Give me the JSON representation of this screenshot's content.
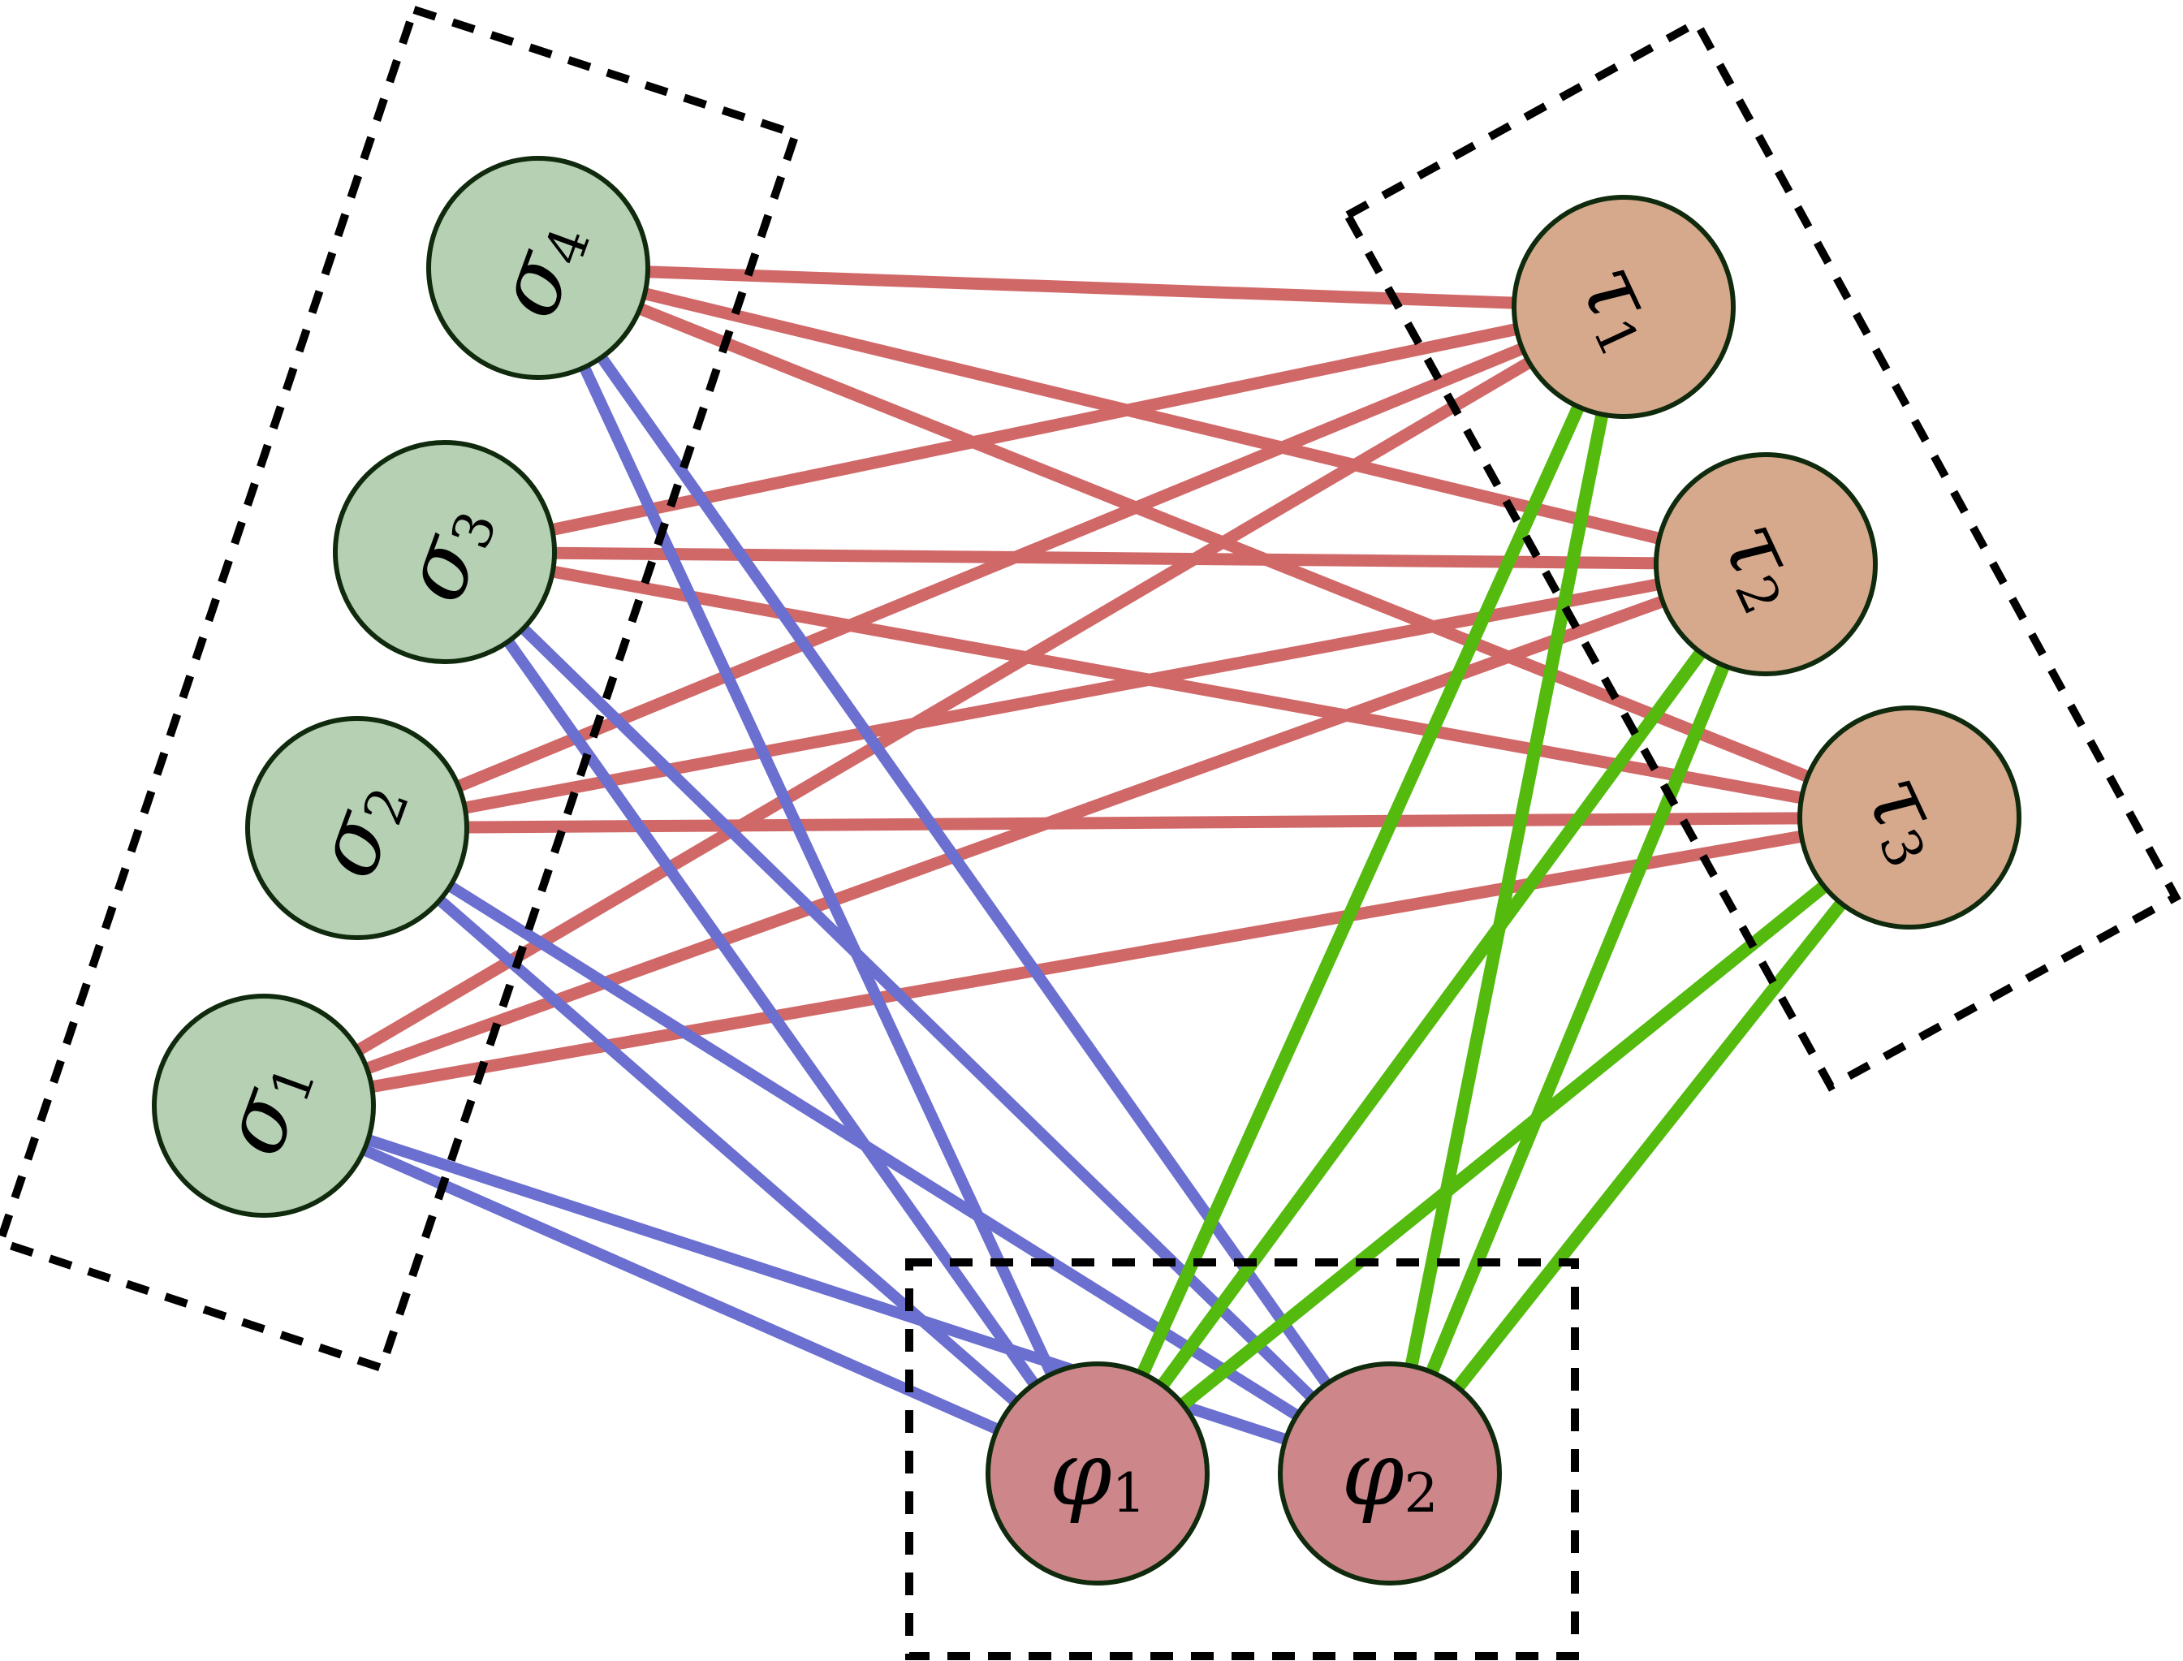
{
  "colors": {
    "sigma_fill": "#b6d0b4",
    "tau_fill": "#d6a98d",
    "phi_fill": "#cd878b",
    "node_stroke": "#0f2a0c",
    "edge_sigma_tau": "#d16868",
    "edge_sigma_phi": "#6a6fd0",
    "edge_tau_phi": "#54bb0e",
    "box_stroke": "#000000"
  },
  "nodes": [
    {
      "id": "sigma1",
      "group": "sigma",
      "symbol": "σ",
      "sub": "1"
    },
    {
      "id": "sigma2",
      "group": "sigma",
      "symbol": "σ",
      "sub": "2"
    },
    {
      "id": "sigma3",
      "group": "sigma",
      "symbol": "σ",
      "sub": "3"
    },
    {
      "id": "sigma4",
      "group": "sigma",
      "symbol": "σ",
      "sub": "4"
    },
    {
      "id": "tau1",
      "group": "tau",
      "symbol": "τ",
      "sub": "1"
    },
    {
      "id": "tau2",
      "group": "tau",
      "symbol": "τ",
      "sub": "2"
    },
    {
      "id": "tau3",
      "group": "tau",
      "symbol": "τ",
      "sub": "3"
    },
    {
      "id": "phi1",
      "group": "phi",
      "symbol": "φ",
      "sub": "1"
    },
    {
      "id": "phi2",
      "group": "phi",
      "symbol": "φ",
      "sub": "2"
    }
  ],
  "edges": [
    {
      "from": "sigma1",
      "to": "tau1",
      "type": "sigma_tau"
    },
    {
      "from": "sigma1",
      "to": "tau2",
      "type": "sigma_tau"
    },
    {
      "from": "sigma1",
      "to": "tau3",
      "type": "sigma_tau"
    },
    {
      "from": "sigma2",
      "to": "tau1",
      "type": "sigma_tau"
    },
    {
      "from": "sigma2",
      "to": "tau2",
      "type": "sigma_tau"
    },
    {
      "from": "sigma2",
      "to": "tau3",
      "type": "sigma_tau"
    },
    {
      "from": "sigma3",
      "to": "tau1",
      "type": "sigma_tau"
    },
    {
      "from": "sigma3",
      "to": "tau2",
      "type": "sigma_tau"
    },
    {
      "from": "sigma3",
      "to": "tau3",
      "type": "sigma_tau"
    },
    {
      "from": "sigma4",
      "to": "tau1",
      "type": "sigma_tau"
    },
    {
      "from": "sigma4",
      "to": "tau2",
      "type": "sigma_tau"
    },
    {
      "from": "sigma4",
      "to": "tau3",
      "type": "sigma_tau"
    },
    {
      "from": "sigma1",
      "to": "phi1",
      "type": "sigma_phi"
    },
    {
      "from": "sigma1",
      "to": "phi2",
      "type": "sigma_phi"
    },
    {
      "from": "sigma2",
      "to": "phi1",
      "type": "sigma_phi"
    },
    {
      "from": "sigma2",
      "to": "phi2",
      "type": "sigma_phi"
    },
    {
      "from": "sigma3",
      "to": "phi1",
      "type": "sigma_phi"
    },
    {
      "from": "sigma3",
      "to": "phi2",
      "type": "sigma_phi"
    },
    {
      "from": "sigma4",
      "to": "phi1",
      "type": "sigma_phi"
    },
    {
      "from": "sigma4",
      "to": "phi2",
      "type": "sigma_phi"
    },
    {
      "from": "tau1",
      "to": "phi1",
      "type": "tau_phi"
    },
    {
      "from": "tau1",
      "to": "phi2",
      "type": "tau_phi"
    },
    {
      "from": "tau2",
      "to": "phi1",
      "type": "tau_phi"
    },
    {
      "from": "tau2",
      "to": "phi2",
      "type": "tau_phi"
    },
    {
      "from": "tau3",
      "to": "phi1",
      "type": "tau_phi"
    },
    {
      "from": "tau3",
      "to": "phi2",
      "type": "tau_phi"
    }
  ],
  "groups": [
    {
      "id": "sigma-group"
    },
    {
      "id": "tau-group"
    },
    {
      "id": "phi-group"
    }
  ]
}
